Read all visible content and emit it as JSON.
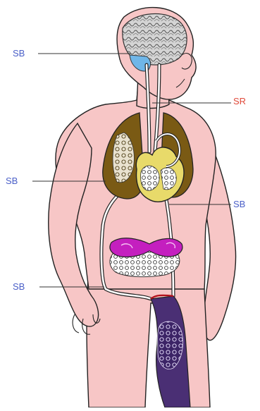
{
  "colors": {
    "sb": "#4a5fc8",
    "sr": "#e04a3a",
    "skin": "#f7c6c6",
    "outline": "#222222",
    "lungs": "#7a5a14",
    "heart": "#e8da6a",
    "kidneys": "#c41fbf",
    "brain": "#bdbdbd",
    "cerebellum": "#6fb6e8",
    "leg_capillaries": "#4a2f74"
  },
  "labels": [
    {
      "id": "brain",
      "text": "SB",
      "color_key": "sb"
    },
    {
      "id": "neck",
      "text": "SR",
      "color_key": "sr"
    },
    {
      "id": "lungs",
      "text": "SB",
      "color_key": "sb"
    },
    {
      "id": "heart",
      "text": "SB",
      "color_key": "sb"
    },
    {
      "id": "leg",
      "text": "SB",
      "color_key": "sb"
    }
  ]
}
